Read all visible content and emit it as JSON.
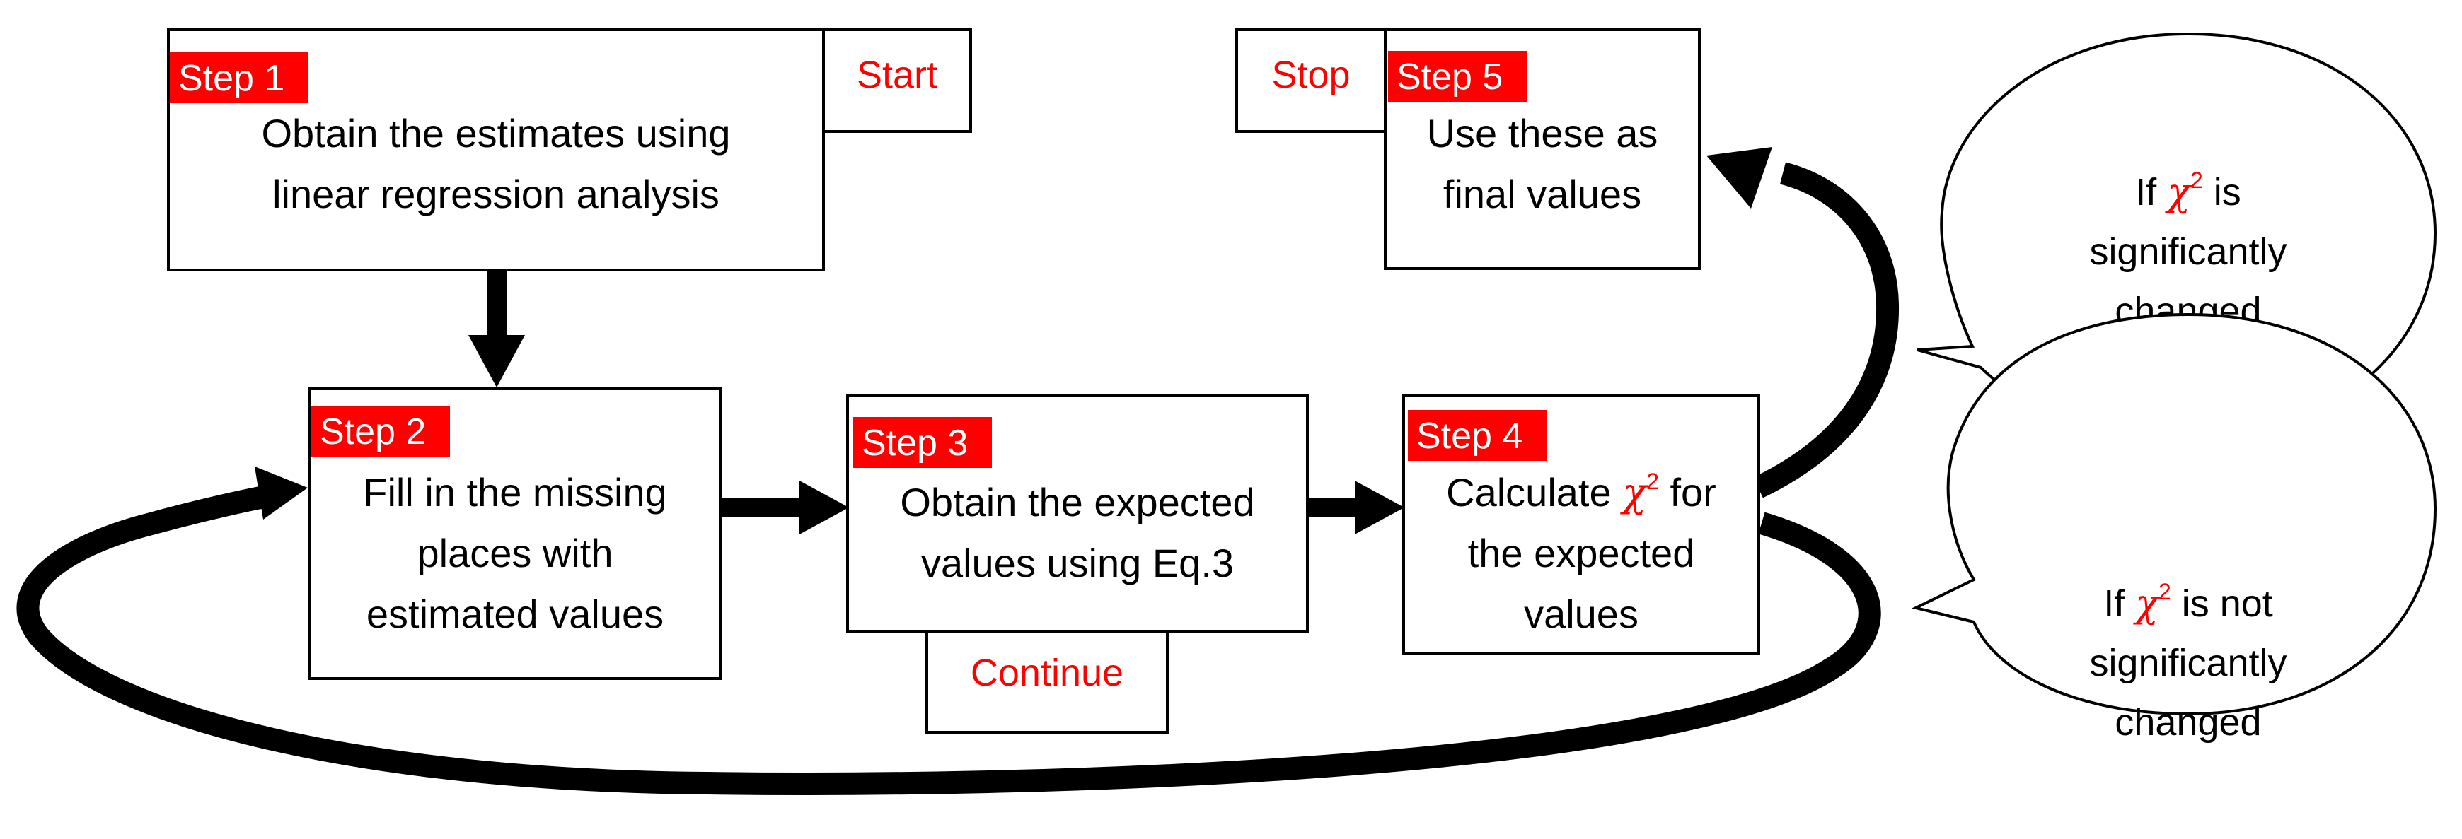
{
  "steps": {
    "step1": {
      "label": "Step 1",
      "lines": [
        "Obtain the estimates using",
        "linear regression analysis"
      ]
    },
    "step2": {
      "label": "Step 2",
      "lines": [
        "Fill in the missing",
        "places with",
        "estimated values"
      ]
    },
    "step3": {
      "label": "Step 3",
      "lines": [
        "Obtain the expected",
        "values using Eq.3"
      ]
    },
    "step4": {
      "label": "Step 4",
      "line1_pre": "Calculate ",
      "chi": "χ",
      "sup": "2",
      "line1_post": " for",
      "lines": [
        "the expected",
        "values"
      ]
    },
    "step5": {
      "label": "Step 5",
      "lines": [
        "Use these as",
        "final values"
      ]
    }
  },
  "tags": {
    "start": "Start",
    "stop": "Stop",
    "continue": "Continue"
  },
  "bubbles": {
    "significant": {
      "pre": "If ",
      "chi": "χ",
      "sup": "2",
      "post": " is",
      "lines": [
        "significantly",
        "changed"
      ]
    },
    "not_significant": {
      "pre": "If ",
      "chi": "χ",
      "sup": "2",
      "post": " is not",
      "lines": [
        "significantly",
        "changed"
      ]
    }
  },
  "colors": {
    "accent": "#ff0000",
    "line": "#000000",
    "background": "#ffffff"
  }
}
